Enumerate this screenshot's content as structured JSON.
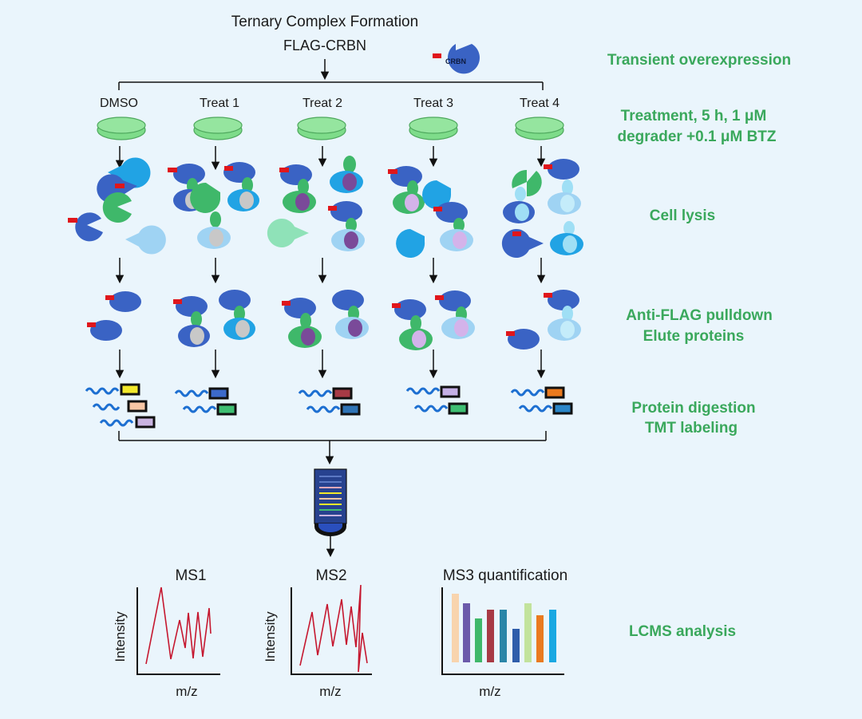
{
  "title": "Ternary Complex Formation",
  "construct": "FLAG-CRBN",
  "crbn_icon_label": "CRBN",
  "conditions": [
    "DMSO",
    "Treat 1",
    "Treat 2",
    "Treat 3",
    "Treat 4"
  ],
  "steps": {
    "overexpression": "Transient overexpression",
    "treatment_line1": "Treatment, 5 h, 1 μM",
    "treatment_line2": "degrader +0.1 μM BTZ",
    "lysis": "Cell lysis",
    "pulldown_line1": "Anti-FLAG pulldown",
    "pulldown_line2": "Elute proteins",
    "digestion_line1": "Protein digestion",
    "digestion_line2": "TMT labeling",
    "lcms": "LCMS analysis"
  },
  "plots": {
    "ms1_title": "MS1",
    "ms2_title": "MS2",
    "ms3_title": "MS3 quantification",
    "ylabel": "Intensity",
    "xlabel": "m/z"
  },
  "colors": {
    "background": "#eaf5fc",
    "step_text": "#3aa85c",
    "crbn": "#3a63c4",
    "flag_tag": "#e0161b",
    "dish": "#7edc8a",
    "spectrum_line": "#c5172f"
  }
}
